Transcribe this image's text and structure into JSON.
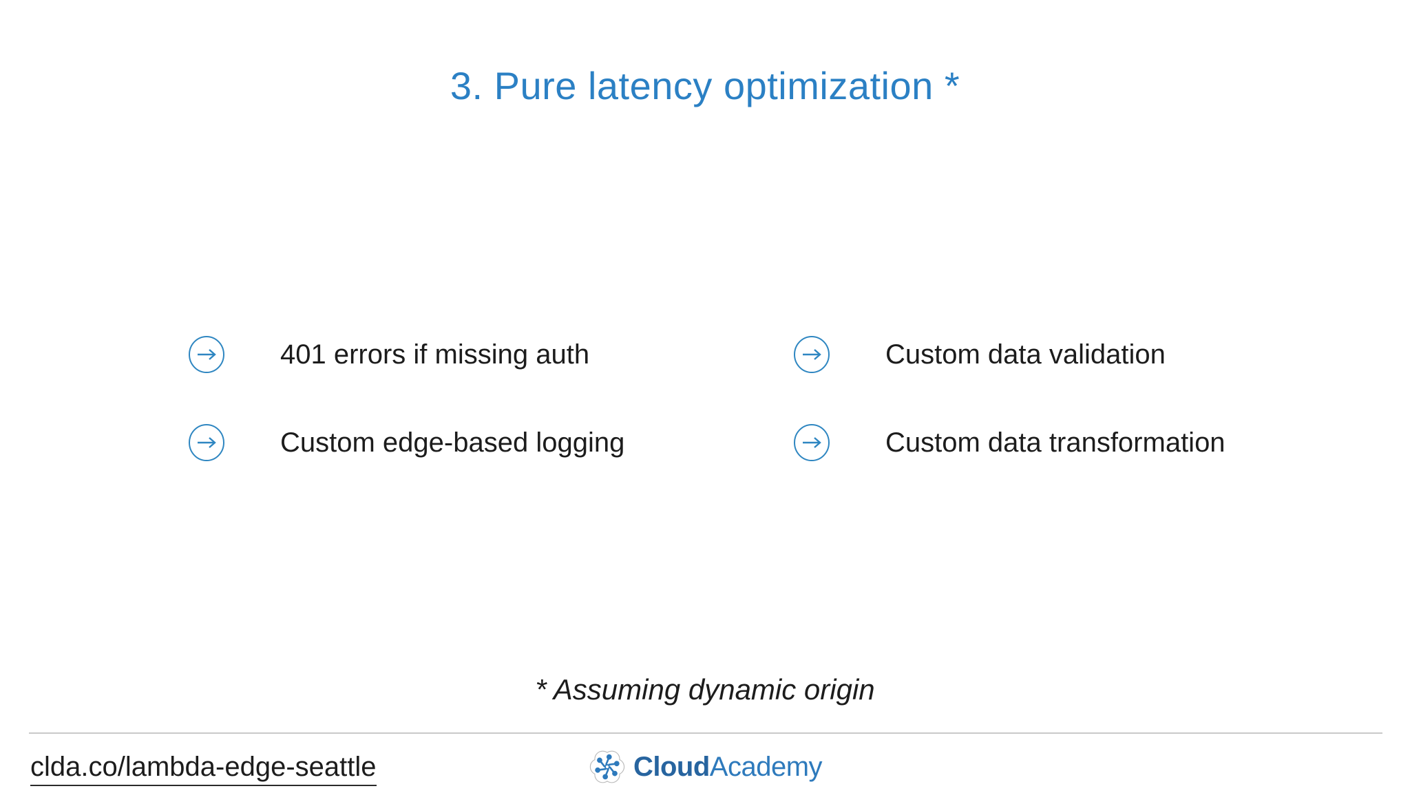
{
  "slide": {
    "title": "3. Pure latency optimization *",
    "bullets": [
      {
        "label": "401 errors if missing auth"
      },
      {
        "label": "Custom edge-based logging"
      },
      {
        "label": "Custom data validation"
      },
      {
        "label": "Custom data transformation"
      }
    ],
    "footnote": "* Assuming dynamic origin",
    "footer": {
      "link": "clda.co/lambda-edge-seattle",
      "logo": {
        "cloud": "Cloud",
        "academy": "Academy"
      }
    },
    "colors": {
      "title_blue": "#2b80c4",
      "accent_blue": "#2e86c1",
      "logo_cloud_blue": "#27649f",
      "logo_academy_blue": "#2e7abc",
      "logo_gray": "#b8b8b8",
      "text": "#1c1c1c",
      "divider": "#c9c9c9"
    },
    "icons": {
      "bullet_icon": "arrow-right-circle-icon",
      "brand_icon": "cloud-academy-cloud-icon"
    }
  }
}
